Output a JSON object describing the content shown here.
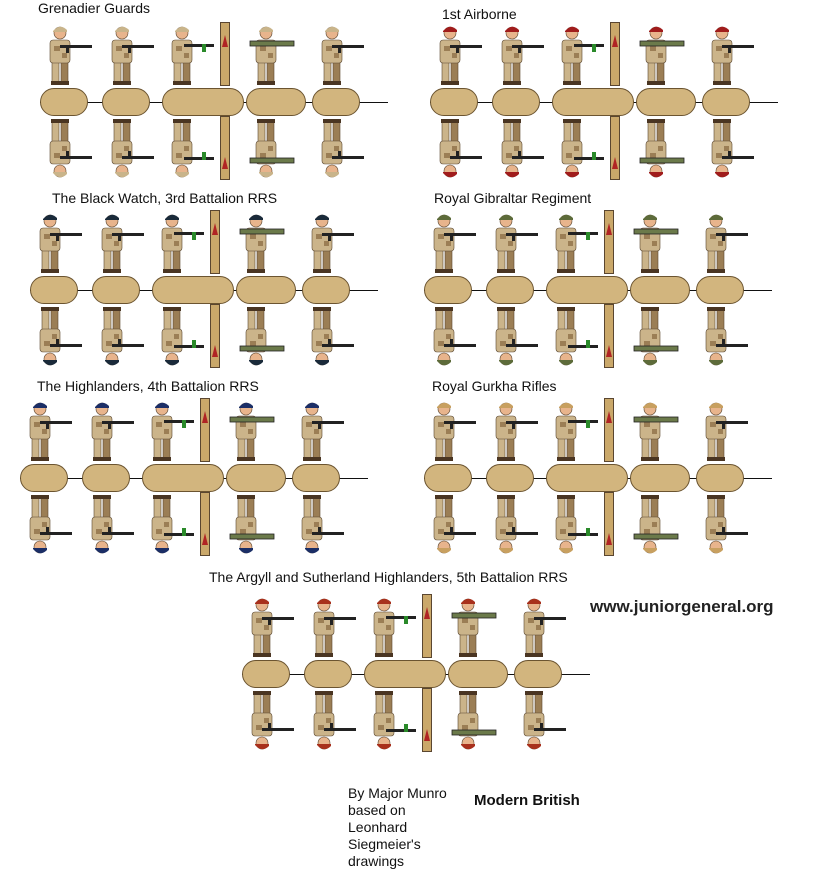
{
  "site": "www.juniorgeneral.org",
  "title": "Modern British",
  "credit": [
    "By Major Munro",
    "based on",
    "Leonhard",
    "Siegmeier's",
    "drawings"
  ],
  "units": [
    {
      "name": "Grenadier Guards",
      "beret": "#c9b48a"
    },
    {
      "name": "1st Airborne",
      "beret": "#a01c1c"
    },
    {
      "name": "The Black Watch, 3rd Battalion RRS",
      "beret": "#1a2a3a"
    },
    {
      "name": "Royal Gibraltar Regiment",
      "beret": "#5d6b3a"
    },
    {
      "name": "The Highlanders, 4th Battalion RRS",
      "beret": "#1b2e66"
    },
    {
      "name": "Royal Gurkha Rifles",
      "beret": "#c8a060"
    },
    {
      "name": "The Argyll and Sutherland Highlanders, 5th Battalion RRS",
      "beret": "#a8301c"
    }
  ],
  "colors": {
    "camo": "#cbb48a",
    "camo_dark": "#9b7e55",
    "skin": "#e8b48c",
    "base": "#d2b57e",
    "weapon": "#222222",
    "flag_red": "#b02424",
    "flag_green": "#2a8a2a"
  }
}
